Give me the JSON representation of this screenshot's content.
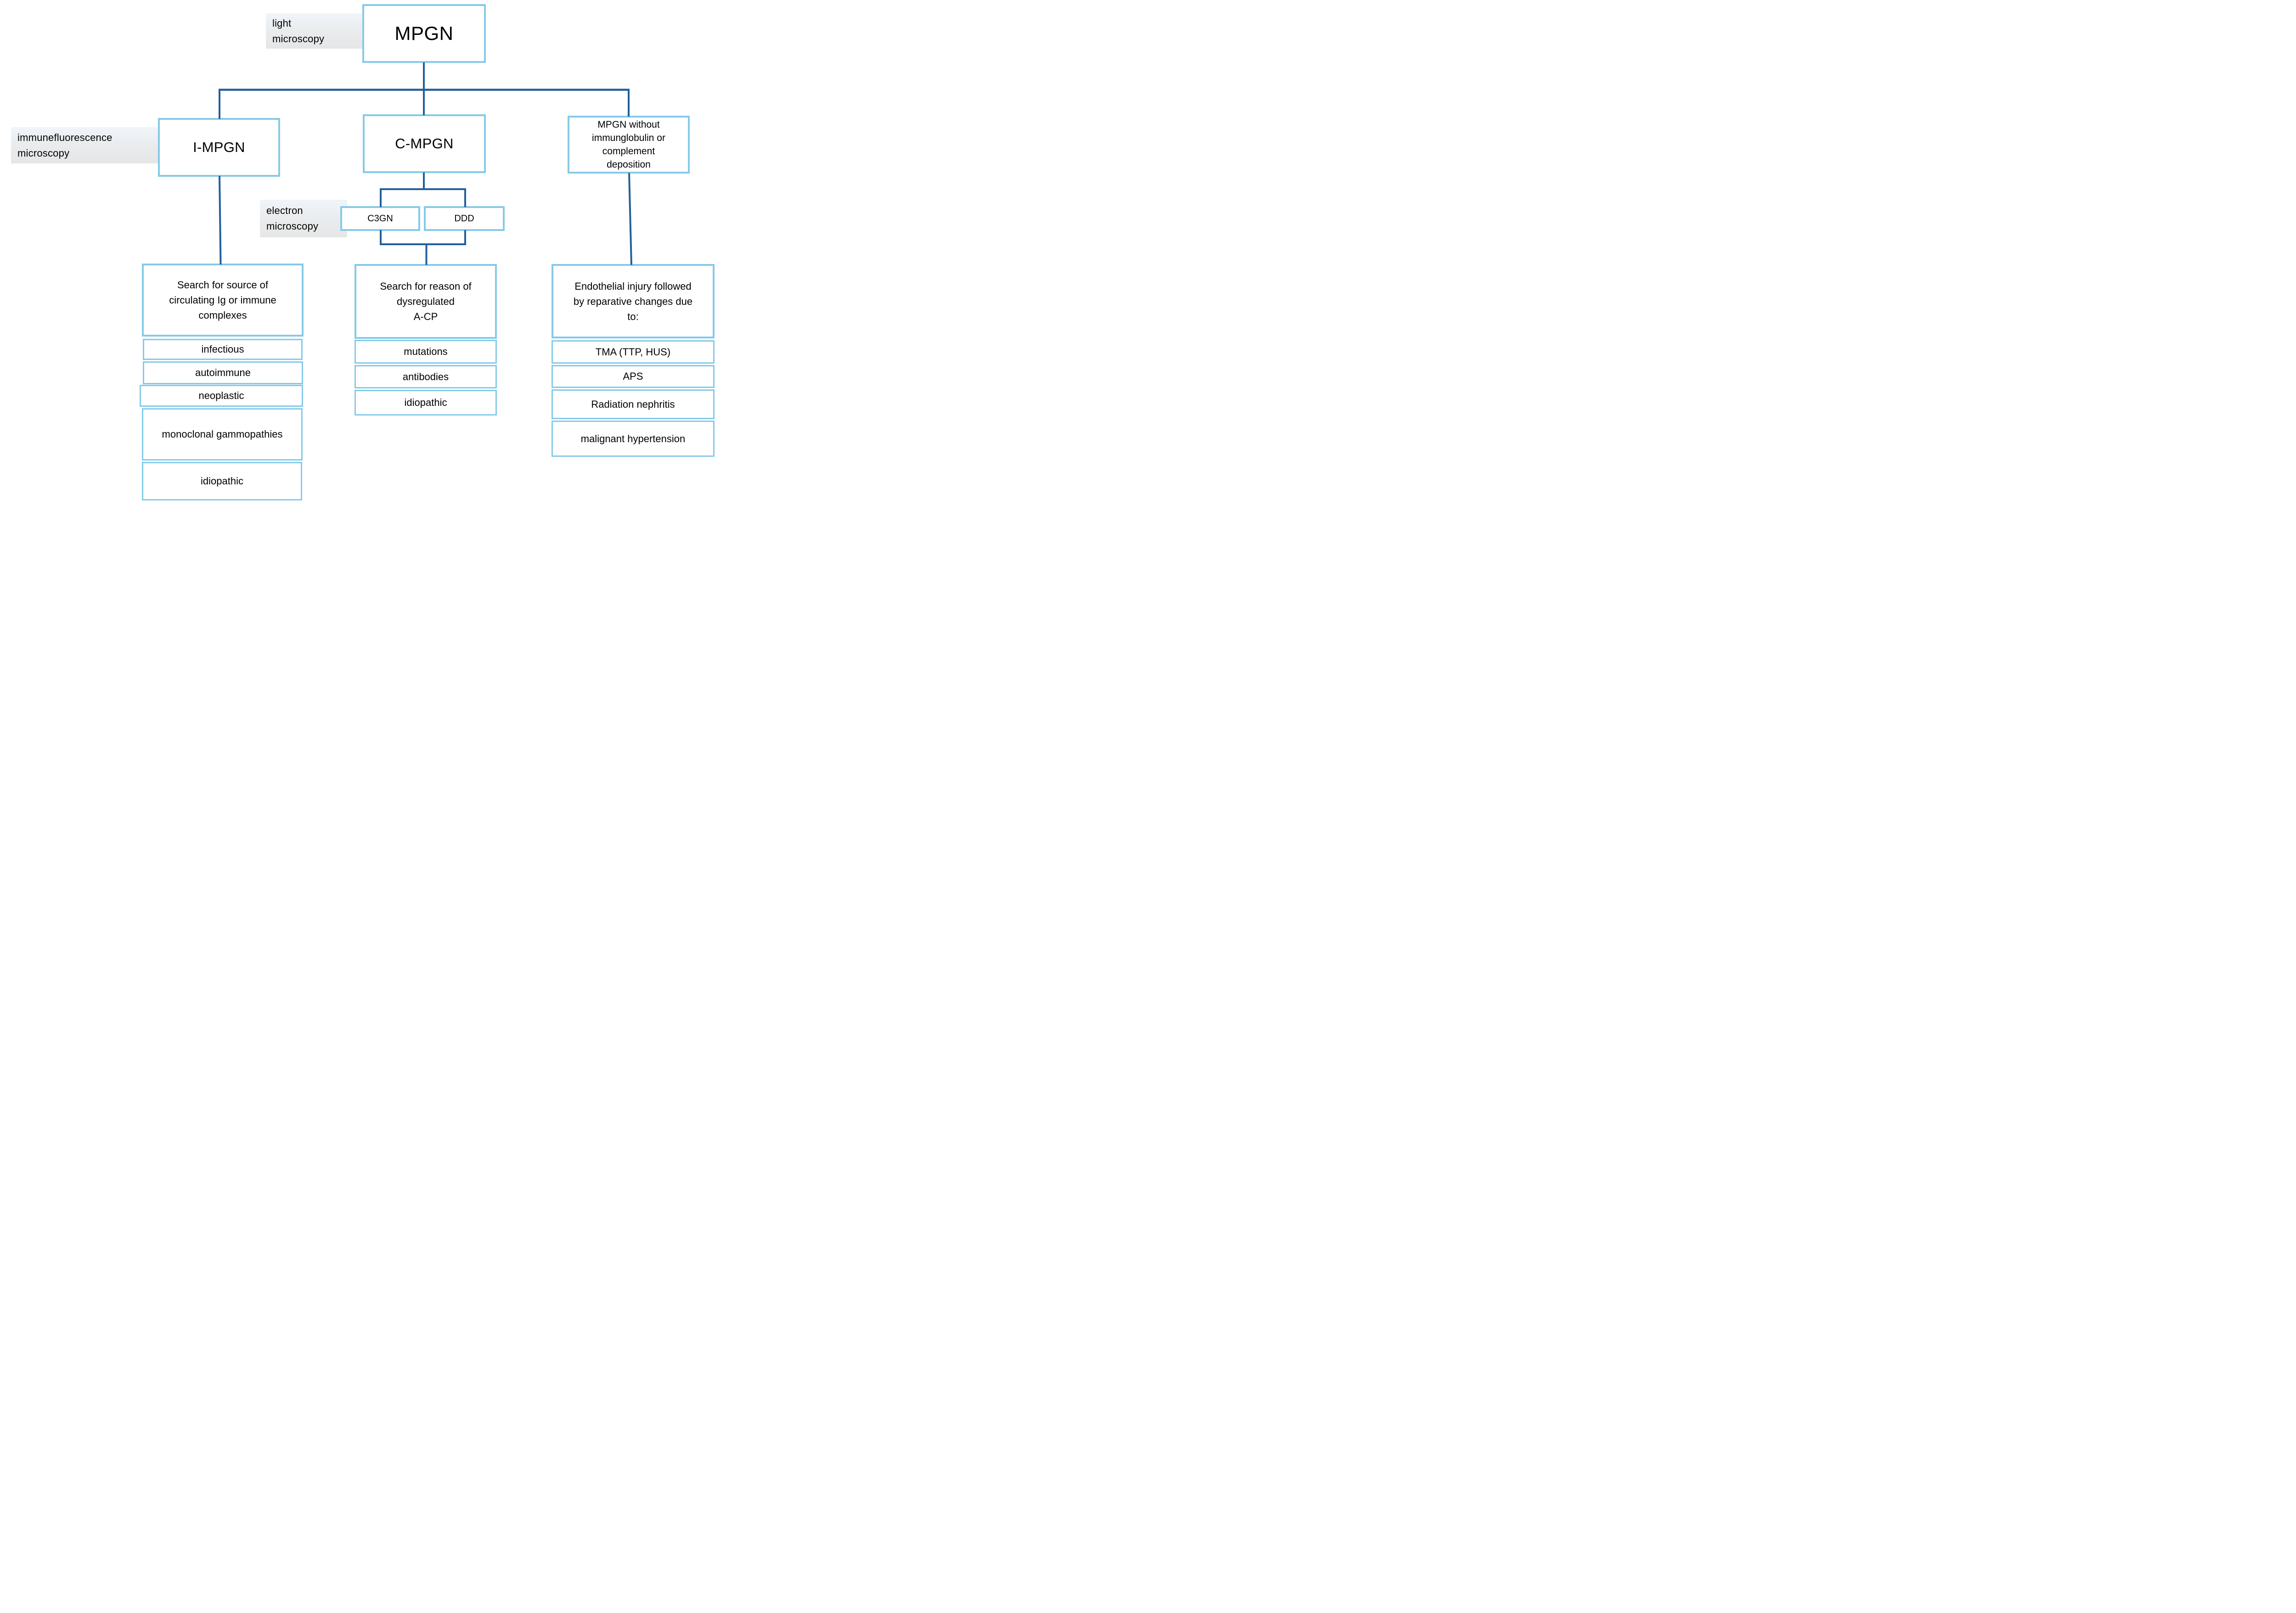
{
  "colors": {
    "box_border": "#85CAE8",
    "connector": "#215F9B",
    "label_bg_top": "#F0F5FA",
    "label_bg_bottom": "#E6E6E6",
    "text": "#000000",
    "background": "#FFFFFF"
  },
  "labels": {
    "light_microscopy": [
      "light",
      "microscopy"
    ],
    "immunofluorescence_microscopy": [
      "immunefluorescence",
      "microscopy"
    ],
    "electron_microscopy": [
      "electron",
      "microscopy"
    ]
  },
  "nodes": {
    "mpgn": "MPGN",
    "i_mpgn": "I-MPGN",
    "c_mpgn": "C-MPGN",
    "mpgn_without": [
      "MPGN without",
      "immunglobulin or",
      "complement",
      "deposition"
    ],
    "c3gn": "C3GN",
    "ddd": "DDD"
  },
  "columns": {
    "left": {
      "header": [
        "Search for source of",
        "circulating Ig or immune",
        "complexes"
      ],
      "items": [
        "infectious",
        "autoimmune",
        "neoplastic",
        "monoclonal gammopathies",
        "idiopathic"
      ]
    },
    "middle": {
      "header": [
        "Search for reason of",
        "dysregulated",
        "A-CP"
      ],
      "items": [
        "mutations",
        "antibodies",
        "idiopathic"
      ]
    },
    "right": {
      "header": [
        "Endothelial injury followed",
        "by reparative changes due",
        "to:"
      ],
      "items": [
        "TMA (TTP, HUS)",
        "APS",
        "Radiation nephritis",
        "malignant hypertension"
      ]
    }
  }
}
